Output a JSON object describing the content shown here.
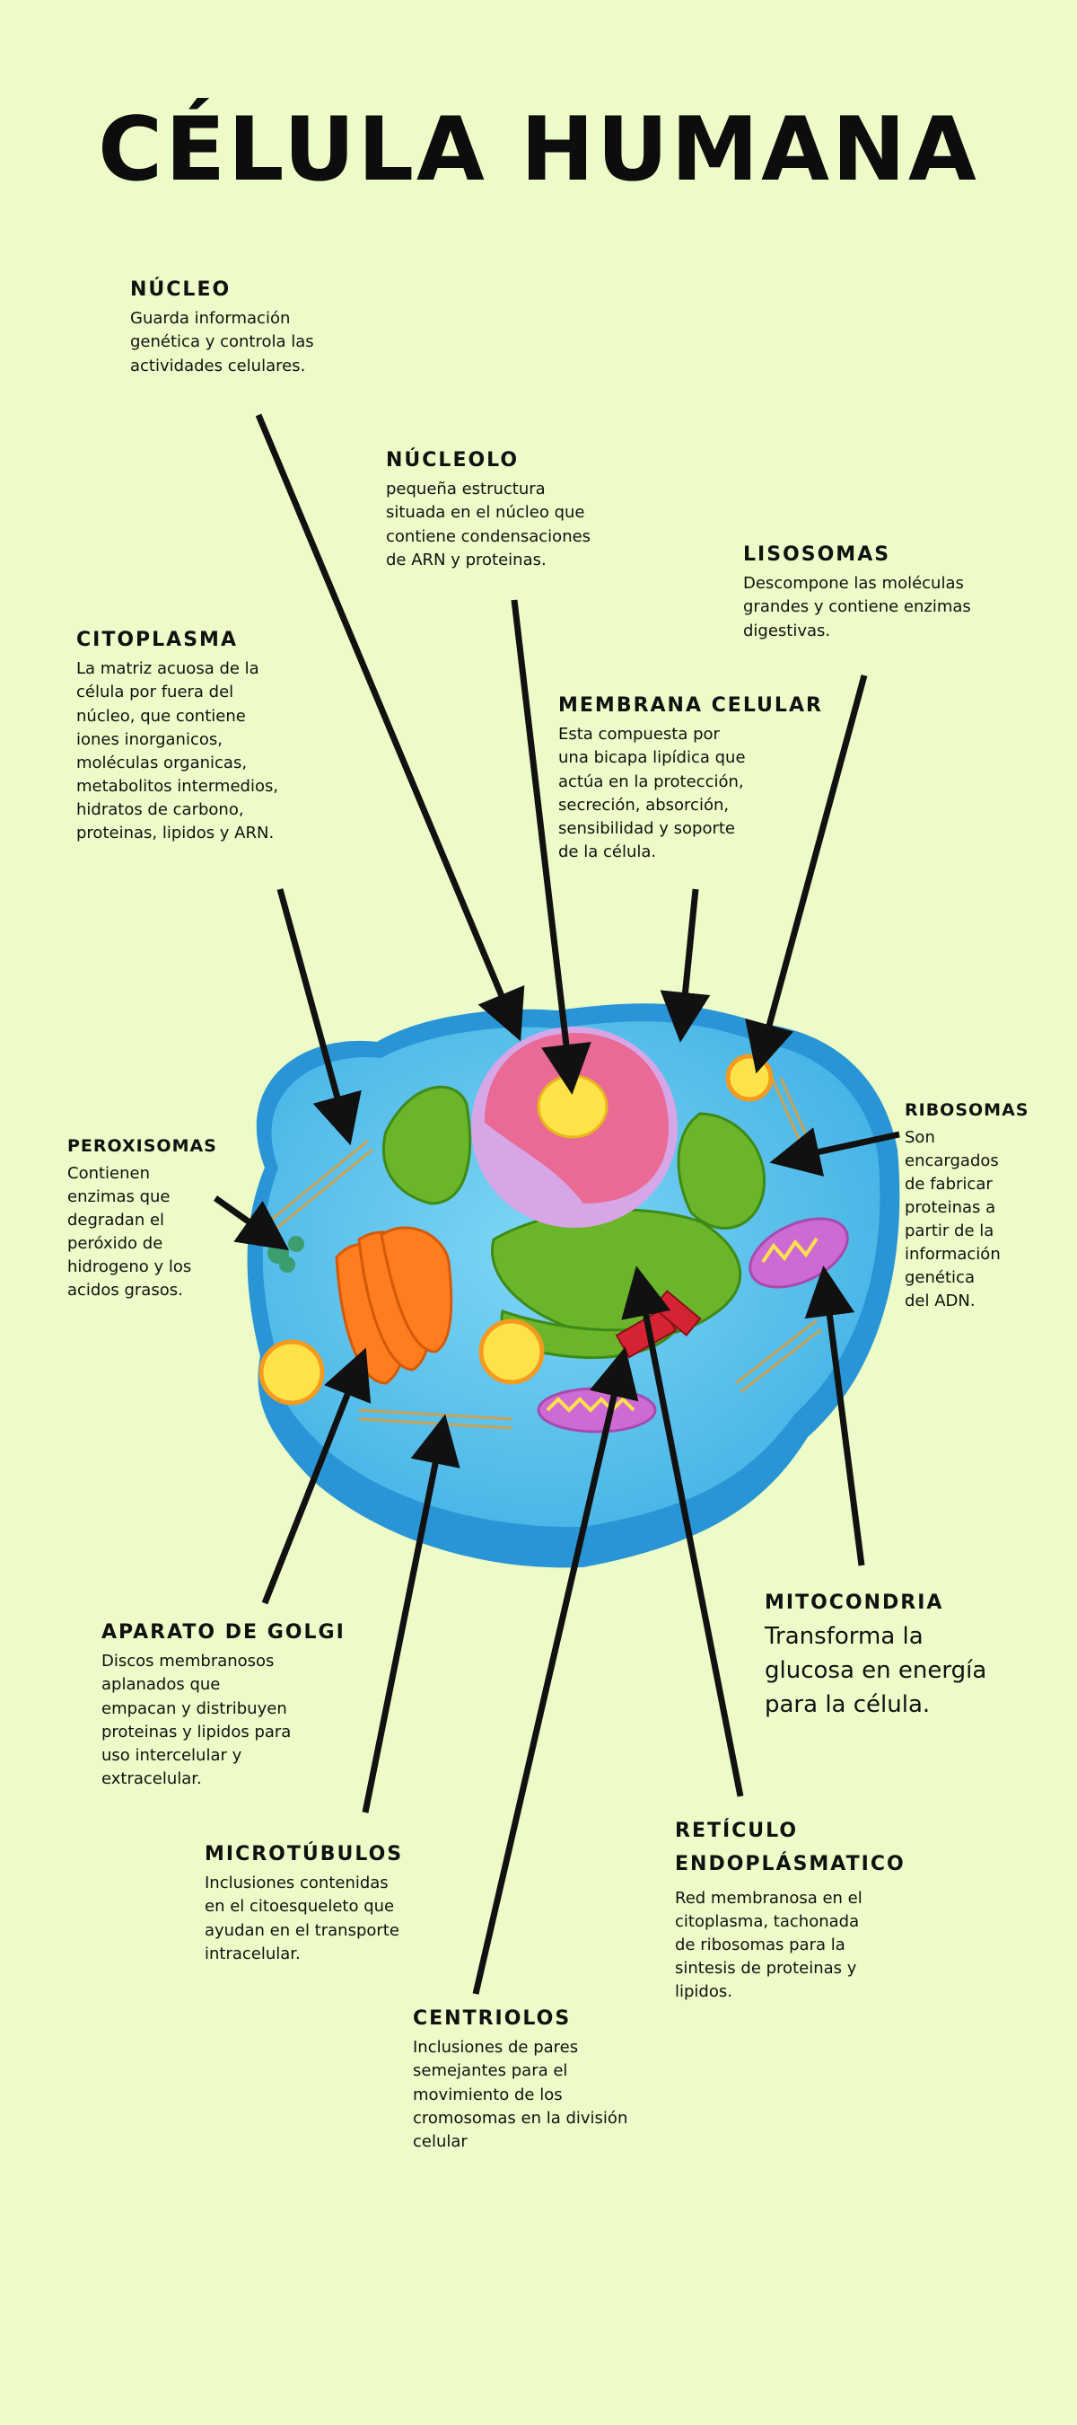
{
  "title": "CÉLULA HUMANA",
  "labels": {
    "nucleo": {
      "heading": "NÚCLEO",
      "desc": "Guarda información\ngenética y controla las\nactividades celulares."
    },
    "nucleolo": {
      "heading": "NÚCLEOLO",
      "desc": "pequeña estructura\nsituada en el núcleo que\ncontiene condensaciones\nde ARN y proteinas."
    },
    "lisosomas": {
      "heading": "LISOSOMAS",
      "desc": "Descompone las moléculas\ngrandes y contiene enzimas\ndigestivas."
    },
    "citoplasma": {
      "heading": "CITOPLASMA",
      "desc": "La matriz acuosa de la\ncélula por fuera del\nnúcleo, que contiene\niones inorganicos,\nmoléculas organicas,\nmetabolitos intermedios,\nhidratos de carbono,\nproteinas, lipidos y ARN."
    },
    "membrana": {
      "heading": "MEMBRANA CELULAR",
      "desc": "Esta compuesta por\nuna bicapa lipídica que\nactúa en la protección,\nsecreción, absorción,\nsensibilidad y soporte\nde la célula."
    },
    "ribosomas": {
      "heading": "RIBOSOMAS",
      "desc": "Son\nencargados\nde fabricar\nproteinas a\npartir de la\ninformación\ngenética\ndel ADN."
    },
    "peroxisomas": {
      "heading": "PEROXISOMAS",
      "desc": "Contienen\nenzimas que\ndegradan el\nperóxido de\nhidrogeno y los\nacidos grasos."
    },
    "mitocondria": {
      "heading": "MITOCONDRIA",
      "desc": "Transforma la\nglucosa en energía\npara la célula."
    },
    "golgi": {
      "heading": "APARATO DE GOLGI",
      "desc": "Discos membranosos\naplanados que\nempacan y distribuyen\nproteinas y lipidos para\nuso intercelular y\nextracelular."
    },
    "microtubulos": {
      "heading": "MICROTÚBULOS",
      "desc": "Inclusiones contenidas\nen el citoesqueleto que\nayudan en el transporte\nintracelular."
    },
    "reticulo": {
      "heading": "RETÍCULO\nENDOPLÁSMATICO",
      "desc": "Red membranosa en el\ncitoplasma, tachonada\nde ribosomas para la\nsintesis de proteinas y\nlipidos."
    },
    "centriolos": {
      "heading": "CENTRIOLOS",
      "desc": "Inclusiones de pares\nsemejantes para el\nmovimiento de los\ncromosomas en la división\ncelular"
    }
  },
  "colors": {
    "background": "#ecfbc7",
    "cytoplasm": "#58c4ec",
    "membrane": "#2a95d6",
    "nucleus": "#e96a95",
    "nuclear_envelope": "#d7a6e6",
    "nucleolus": "#fde24a",
    "golgi": "#ff7d1f",
    "er": "#6ab52a",
    "mitochondria": "#ce6ad3",
    "arrow": "#111111"
  }
}
